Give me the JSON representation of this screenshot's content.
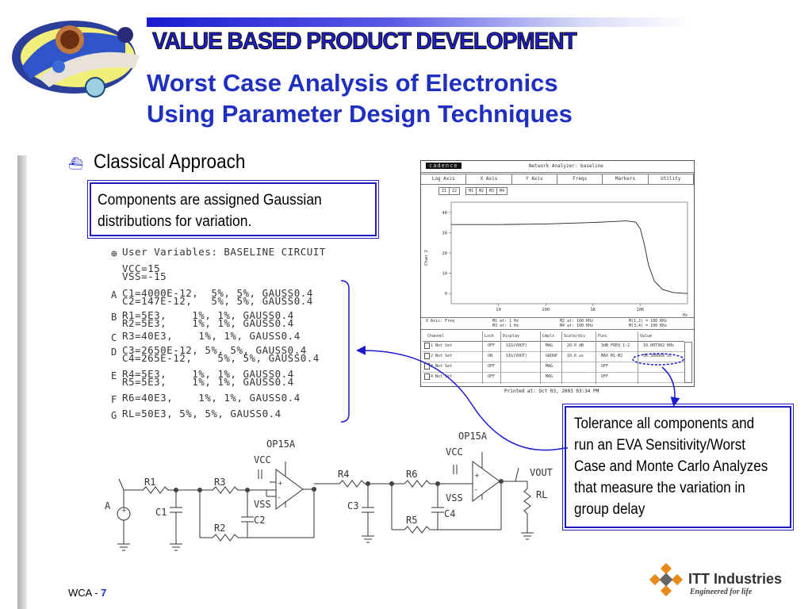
{
  "header": {
    "banner": "VALUE BASED PRODUCT DEVELOPMENT",
    "title_line1": "Worst Case Analysis of Electronics",
    "title_line2": "Using Parameter Design Techniques"
  },
  "bullet": {
    "text": "Classical Approach"
  },
  "callout_gaussian": "Components are assigned Gaussian distributions for variation.",
  "callout_tolerance": "Tolerance all components and run an EVA Sensitivity/Worst Case and Monte Carlo Analyzes that measure the variation in group delay",
  "user_variables": {
    "heading": "User Variables: BASELINE CIRCUIT",
    "lines": [
      {
        "letter": "",
        "text": "VCC=15"
      },
      {
        "letter": "",
        "text": "VSS=-15"
      },
      {
        "letter": "A",
        "text": "C1=4000E-12,  5%, 5%, GAUSS0.4"
      },
      {
        "letter": "",
        "text": "C2=147E-12,   5%, 5%, GAUSS0.4"
      },
      {
        "letter": "B",
        "text": "R1=5E3,    1%, 1%, GAUSS0.4"
      },
      {
        "letter": "",
        "text": "R2=5E3,    1%, 1%, GAUSS0.4"
      },
      {
        "letter": "C",
        "text": "R3=40E3,    1%, 1%, GAUSS0.4"
      },
      {
        "letter": "D",
        "text": "C3=2650E-12, 5%, 5%, GAUSS0.4"
      },
      {
        "letter": "",
        "text": "C4=265E-12,    5%, 5%, GAUSS0.4"
      },
      {
        "letter": "E",
        "text": "R4=5E3,    1%, 1%, GAUSS0.4"
      },
      {
        "letter": "",
        "text": "R5=5E3,    1%, 1%, GAUSS0.4"
      },
      {
        "letter": "F",
        "text": "R6=40E3,    1%, 1%, GAUSS0.4"
      },
      {
        "letter": "G",
        "text": "RL=50E3, 5%, 5%, GAUSS0.4"
      }
    ]
  },
  "analyzer": {
    "brand": "cadence",
    "window_title": "Network Analyzer: baseline",
    "menu": [
      "Log Axis",
      "X Axis",
      "Y Axis",
      "Freqs",
      "Markers",
      "Utility"
    ],
    "tabs": [
      "Z1",
      "Z2",
      "M1",
      "M2",
      "M3",
      "M4"
    ],
    "y_label": "Chan 2",
    "y_ticks": [
      "40",
      "30",
      "20",
      "10",
      "0"
    ],
    "x_ticks": [
      "10",
      "100",
      "1K",
      "10K"
    ],
    "x_unit": "Hz",
    "xaxis_row": "X Axis: Freq",
    "markers": [
      "M1 at: 1 Hz",
      "M2 at: 100 KHz",
      "M3 at: 1 Hz",
      "M4 at: 100 KHz"
    ],
    "marker_results": [
      "M(1,2) = 100 KHz",
      "M(3,4) = 100 KHz"
    ],
    "table_headers": [
      "Channel",
      "Lock",
      "Display",
      "Cmplx",
      "Scale/div",
      "Func",
      "Value"
    ],
    "table_rows": [
      [
        "1 Not Set",
        "OFF",
        "SIG(VOUT)",
        "MAG",
        "20.0 dB",
        "3dB FREQ 1-2",
        "10.00T302 KHz"
      ],
      [
        "2 Not Set",
        "ON",
        "SIG(VOUT)",
        "GROUP",
        "10.0 us",
        "MAX M1-M2",
        "36.380868 us"
      ],
      [
        "3 Not Set",
        "OFF",
        "",
        "MAG",
        "",
        "OFF",
        ""
      ],
      [
        "4 Not Set",
        "OFF",
        "",
        "MAG",
        "",
        "OFF",
        ""
      ]
    ],
    "printed": "Printed at: Oct 03, 2003  03:34 PM"
  },
  "chart_data": {
    "type": "line",
    "title": "",
    "xlabel": "",
    "ylabel": "Chan 2",
    "x_scale": "log",
    "xlim": [
      1,
      100000
    ],
    "ylim": [
      -5,
      45
    ],
    "grid": false,
    "series": [
      {
        "x": [
          1,
          10,
          100,
          1000,
          5000,
          8000,
          10000,
          12000,
          15000,
          20000,
          30000,
          50000,
          100000
        ],
        "y": [
          34,
          34,
          34.3,
          35,
          35.8,
          35.2,
          32,
          25,
          14,
          6,
          2,
          0.5,
          0
        ]
      }
    ]
  },
  "schematic": {
    "opamp1": "OP15A",
    "opamp2": "OP15A",
    "vcc": "VCC",
    "vss": "VSS",
    "vout": "VOUT",
    "source": "A",
    "r1": "R1",
    "r2": "R2",
    "r3": "R3",
    "r4": "R4",
    "r5": "R5",
    "r6": "R6",
    "rl": "RL",
    "c1": "C1",
    "c2": "C2",
    "c3": "C3",
    "c4": "C4"
  },
  "footer": {
    "label": "WCA - ",
    "page": "7"
  },
  "brand": {
    "name": "ITT Industries",
    "tagline": "Engineered for life"
  },
  "colors": {
    "title_blue": "#1f2fbf",
    "box_border": "#1d1dc0",
    "arrow_blue": "#1a1ad0",
    "itt_orange": "#e88a1a"
  }
}
